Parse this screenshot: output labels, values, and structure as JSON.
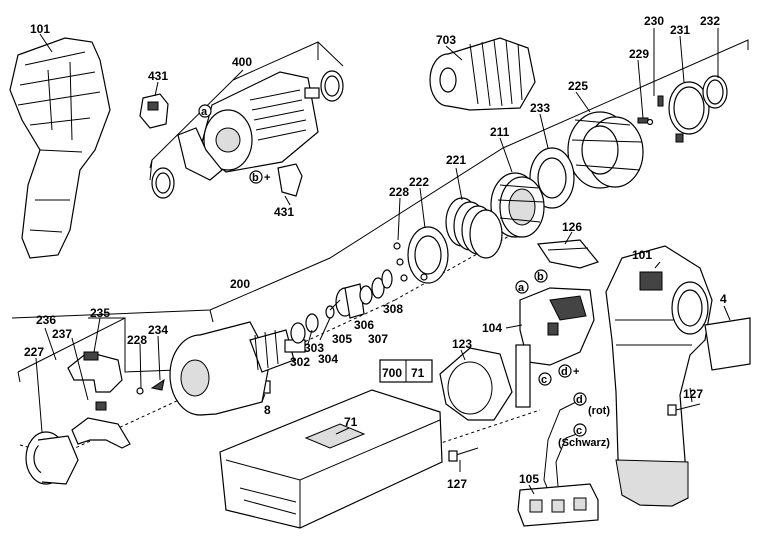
{
  "labels": {
    "p101a": "101",
    "p703": "703",
    "p230": "230",
    "p232": "232",
    "p229": "229",
    "p231": "231",
    "p400": "400",
    "p431a": "431",
    "p431b": "431",
    "p233": "233",
    "p225": "225",
    "p211": "211",
    "p221": "221",
    "p228a": "228",
    "p222": "222",
    "p126": "126",
    "p101b": "101",
    "p4": "4",
    "p200": "200",
    "p308": "308",
    "p306": "306",
    "p307": "307",
    "p305": "305",
    "p304": "304",
    "p303": "303",
    "p302": "302",
    "p104": "104",
    "p123": "123",
    "p236": "236",
    "p235": "235",
    "p237": "237",
    "p234": "234",
    "p228b": "228",
    "p227": "227",
    "p8": "8",
    "p700": "700",
    "p71a": "71",
    "p71b": "71",
    "p127a": "127",
    "p127b": "127",
    "p105": "105"
  },
  "callouts": {
    "a1": "a",
    "b1": "b",
    "bplus": "+",
    "a2": "a",
    "b2": "b",
    "c1": "c",
    "d1": "d",
    "dplus": "+",
    "d2": "d",
    "c2": "c"
  },
  "wire_notes": {
    "rot": "(rot)",
    "schwarz": "(Schwarz)"
  }
}
